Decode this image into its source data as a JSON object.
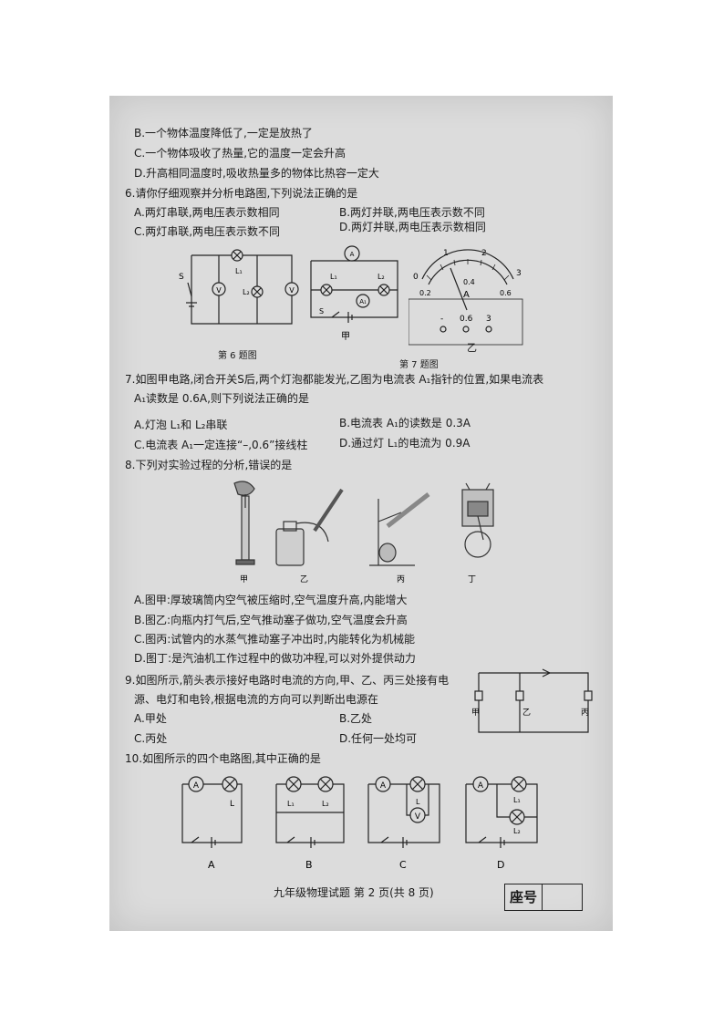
{
  "lines": {
    "q5_b": "B.一个物体温度降低了,一定是放热了",
    "q5_c": "C.一个物体吸收了热量,它的温度一定会升高",
    "q5_d": "D.升高相同温度时,吸收热量多的物体比热容一定大",
    "q6_stem": "6.请你仔细观察并分析电路图,下列说法正确的是",
    "q6_a": "A.两灯串联,两电压表示数相同",
    "q6_b": "B.两灯并联,两电压表示数不同",
    "q6_c": "C.两灯串联,两电压表示数不同",
    "q6_d": "D.两灯并联,两电压表示数相同",
    "q7_stem1": "7.如图甲电路,闭合开关S后,两个灯泡都能发光,乙图为电流表 A₁指针的位置,如果电流表",
    "q7_stem2": "A₁读数是 0.6A,则下列说法正确的是",
    "q7_a": "A.灯泡 L₁和 L₂串联",
    "q7_b": "B.电流表 A₁的读数是 0.3A",
    "q7_c": "C.电流表 A₁一定连接“–,0.6”接线柱",
    "q7_d": "D.通过灯 L₁的电流为 0.9A",
    "q8_stem": "8.下列对实验过程的分析,错误的是",
    "q8_a": "A.图甲:厚玻璃筒内空气被压缩时,空气温度升高,内能增大",
    "q8_b": "B.图乙:向瓶内打气后,空气推动塞子做功,空气温度会升高",
    "q8_c": "C.图丙:试管内的水蒸气推动塞子冲出时,内能转化为机械能",
    "q8_d": "D.图丁:是汽油机工作过程中的做功冲程,可以对外提供动力",
    "q9_stem1": "9.如图所示,箭头表示接好电路时电流的方向,甲、乙、丙三处接有电",
    "q9_stem2": "源、电灯和电铃,根据电流的方向可以判断出电源在",
    "q9_a": "A.甲处",
    "q9_b": "B.乙处",
    "q9_c": "C.丙处",
    "q9_d": "D.任何一处均可",
    "q10_stem": "10.如图所示的四个电路图,其中正确的是"
  },
  "figures": {
    "fig6_caption": "第 6 题图",
    "fig7_caption": "第 7 题图",
    "fig7_jia": "甲",
    "fig7_yi": "乙",
    "meter_top": [
      "0",
      "1",
      "2",
      "3"
    ],
    "meter_bottom": [
      "0.2",
      "0.4",
      "0.6"
    ],
    "meter_unit": "A",
    "meter_terminals": [
      "-",
      "0.6",
      "3"
    ],
    "q8_labels": [
      "甲",
      "乙",
      "丙",
      "丁"
    ],
    "q9_labels": [
      "甲",
      "乙",
      "丙"
    ],
    "q10_labels": [
      "A",
      "B",
      "C",
      "D"
    ],
    "sym_A": "A",
    "sym_A1": "A₁",
    "sym_V": "V",
    "sym_S": "S",
    "sym_L": "L",
    "sym_L1": "L₁",
    "sym_L2": "L₂"
  },
  "footer": {
    "page_label": "九年级物理试题 第 2 页(共 8 页)",
    "seat_label": "座号"
  }
}
